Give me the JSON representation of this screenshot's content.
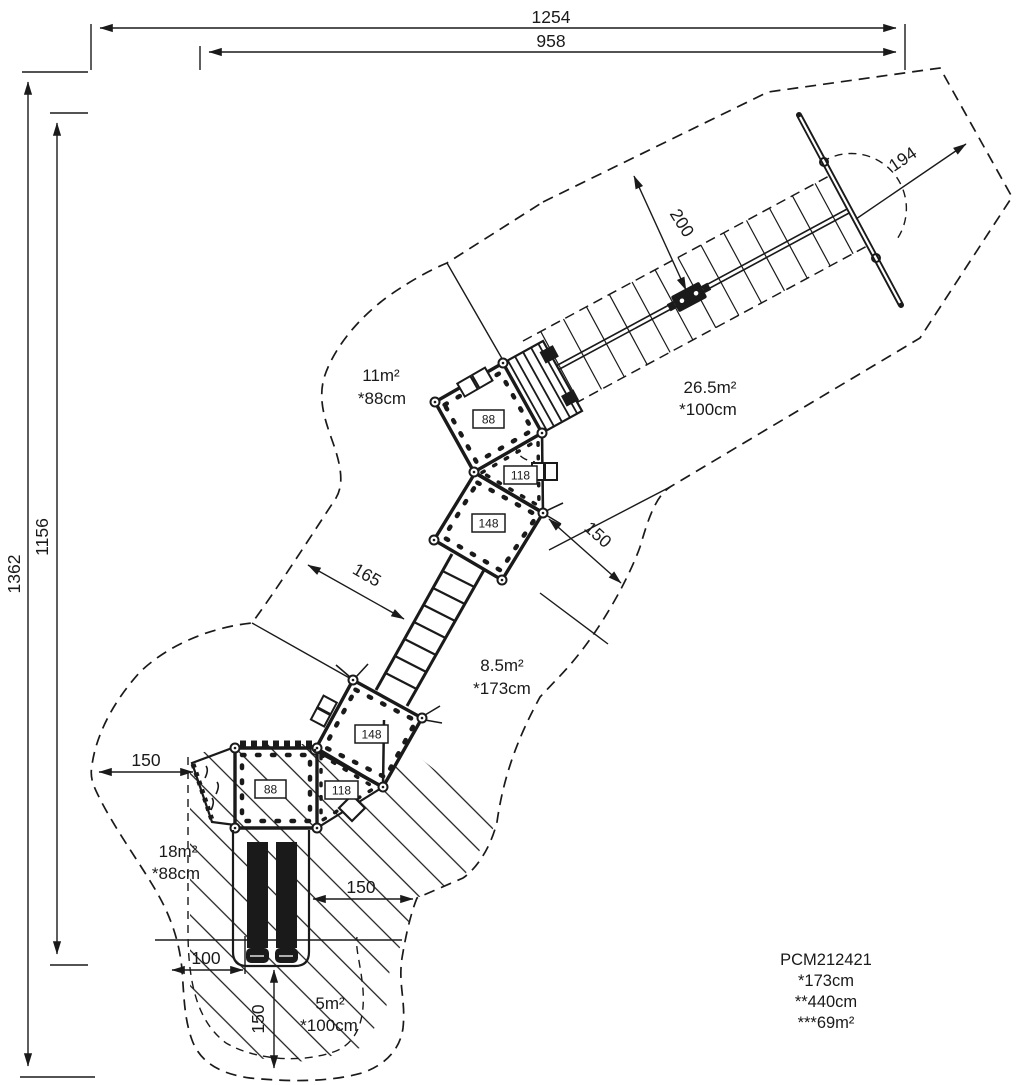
{
  "drawing": {
    "product_code": "PCM212421",
    "legend_lines": [
      "*173cm",
      "**440cm",
      "***69m²"
    ]
  },
  "dimensions": {
    "overall_width": "1254",
    "inner_width": "958",
    "overall_height": "1362",
    "inner_height": "1156",
    "cableway_end": "194",
    "cableway_halfwidth": "200",
    "clearance_mid": "150",
    "bridge_length": "165",
    "clearance_left": "150",
    "clearance_slide": "150",
    "slide_width": "100",
    "slide_runout": "150"
  },
  "zones": [
    {
      "area": "11m²",
      "surface": "*88cm"
    },
    {
      "area": "26.5m²",
      "surface": "*100cm"
    },
    {
      "area": "8.5m²",
      "surface": "*173cm"
    },
    {
      "area": "18m²",
      "surface": "*88cm"
    },
    {
      "area": "5m²",
      "surface": "*100cm"
    }
  ],
  "platforms": [
    {
      "label": "88"
    },
    {
      "label": "118"
    },
    {
      "label": "148"
    },
    {
      "label": "148"
    },
    {
      "label": "118"
    },
    {
      "label": "88"
    }
  ],
  "colors": {
    "ink": "#1a1a1a",
    "paper": "#ffffff"
  }
}
